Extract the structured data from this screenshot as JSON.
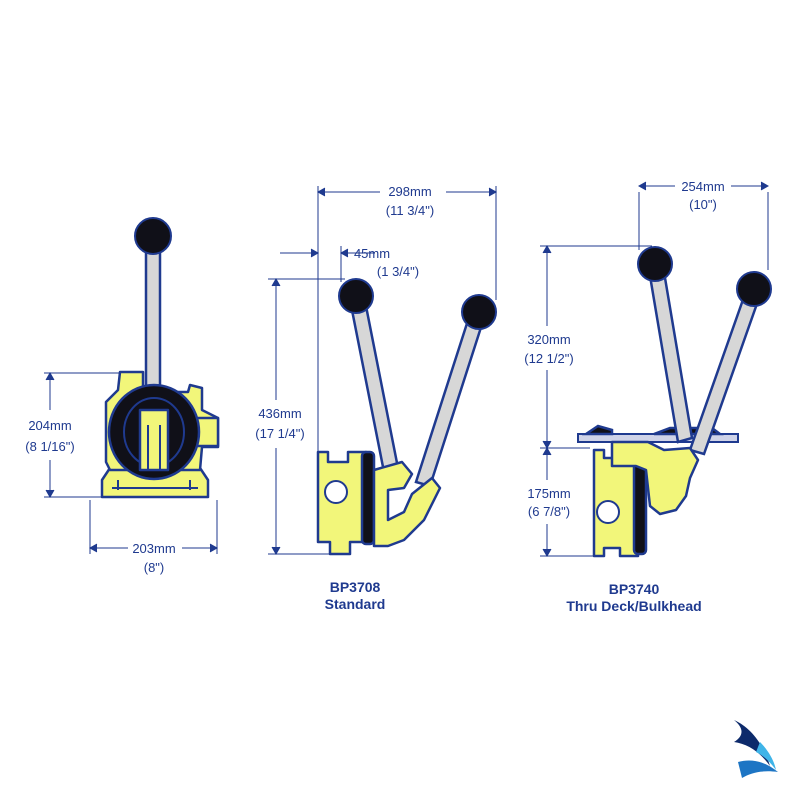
{
  "colors": {
    "outline": "#1f3a8f",
    "body_fill": "#f2f67a",
    "handle_fill": "#d7d7d7",
    "knob_fill": "#101018",
    "logo_blue": "#1d75c4",
    "logo_navy": "#0d2a6b"
  },
  "front_view": {
    "height_mm": "204mm",
    "height_in": "(8 1/16\")",
    "width_mm": "203mm",
    "width_in": "(8\")"
  },
  "bp3708": {
    "overall_width_mm": "298mm",
    "overall_width_in": "(11 3/4\")",
    "offset_mm": "45mm",
    "offset_in": "(1 3/4\")",
    "height_mm": "436mm",
    "height_in": "(17 1/4\")",
    "model": "BP3708",
    "variant": "Standard"
  },
  "bp3740": {
    "width_mm": "254mm",
    "width_in": "(10\")",
    "upper_mm": "320mm",
    "upper_in": "(12 1/2\")",
    "lower_mm": "175mm",
    "lower_in": "(6 7/8\")",
    "model": "BP3740",
    "variant": "Thru Deck/Bulkhead"
  },
  "logo": {
    "icon": "sail-swoosh-icon"
  }
}
